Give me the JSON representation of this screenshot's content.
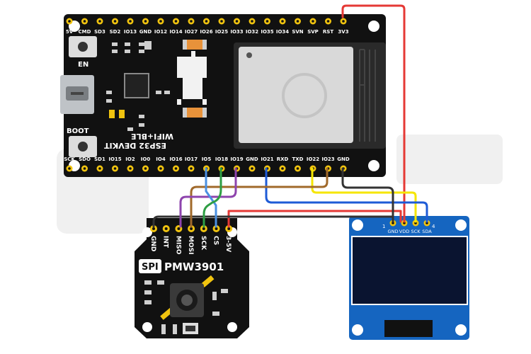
{
  "esp32": {
    "top_pins": [
      "5V",
      "CMD",
      "SD3",
      "SD2",
      "IO13",
      "GND",
      "IO12",
      "IO14",
      "IO27",
      "IO26",
      "IO25",
      "IO33",
      "IO32",
      "IO35",
      "IO34",
      "SVN",
      "SVP",
      "RST",
      "3V3"
    ],
    "bottom_pins": [
      "SCK",
      "SDO",
      "SD1",
      "IO15",
      "IO2",
      "IO0",
      "IO4",
      "IO16",
      "IO17",
      "IO5",
      "IO18",
      "IO19",
      "GND",
      "IO21",
      "RXD",
      "TXD",
      "IO22",
      "IO23",
      "GND"
    ],
    "en_label": "EN",
    "boot_label": "BOOT",
    "title_line1": "ESP32 DEVKIT",
    "title_line2": "WIFI+BLE"
  },
  "pmw": {
    "pins": [
      "GND",
      "INT",
      "MISO",
      "MOSI",
      "SCK",
      "CS",
      "3-5V"
    ],
    "title": "PMW3901",
    "badge": "SPI"
  },
  "oled": {
    "pins": [
      "GND",
      "VDD",
      "SCK",
      "SDA"
    ],
    "num_left": "1",
    "num_right": "4"
  },
  "colors": {
    "board": "#111111",
    "pin": "#f1c40f",
    "oled_pcb": "#1565c0",
    "oled_screen": "#0a1430",
    "wire_red": "#e53935",
    "wire_yellow": "#f5e600",
    "wire_blue": "#1e5bd6",
    "wire_brown": "#a0692a",
    "wire_dark": "#333333",
    "wire_purple": "#8e44ad",
    "wire_green": "#2e9e44",
    "wire_lightblue": "#4a90e2"
  }
}
